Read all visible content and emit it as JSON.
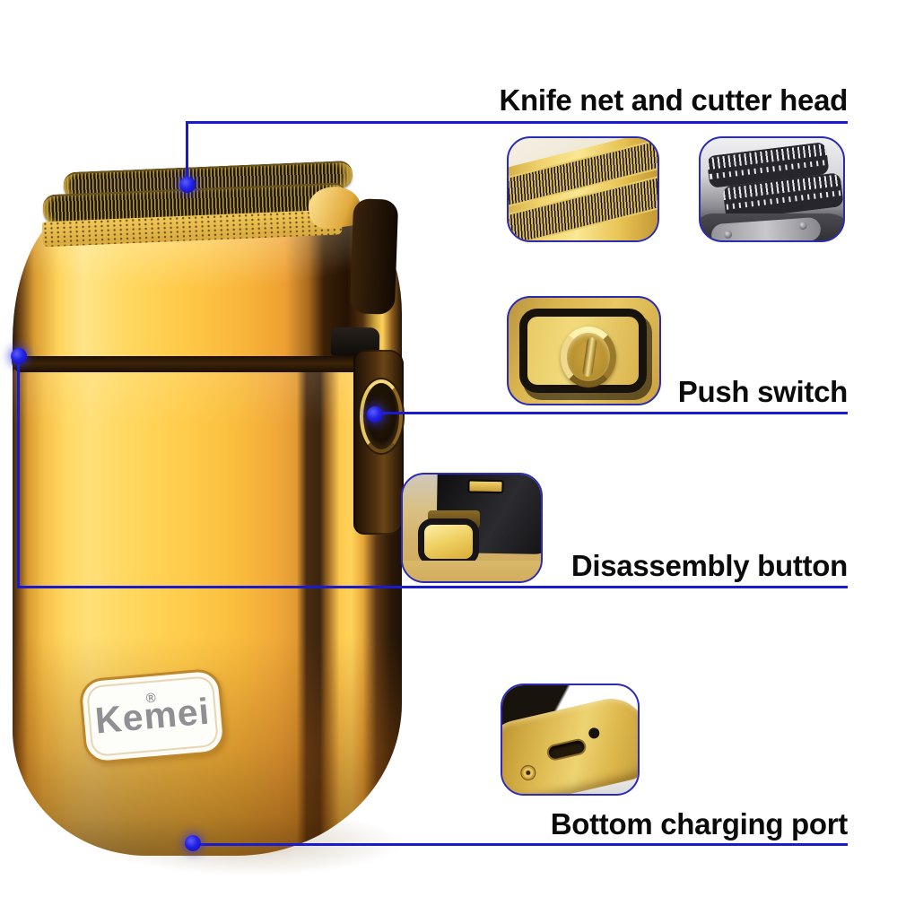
{
  "brand": {
    "name": "Kemei",
    "mark": "®"
  },
  "callouts": {
    "knife_net": {
      "label": "Knife net and cutter head"
    },
    "push_switch": {
      "label": "Push switch"
    },
    "disassembly": {
      "label": "Disassembly button"
    },
    "charging_port": {
      "label": "Bottom charging port"
    }
  },
  "colors": {
    "connector_blue": "#1a1ace",
    "dot_blue": "#2222e2",
    "label_text": "#0b0b0b",
    "body_gold": "#ffc846",
    "background": "#ffffff"
  }
}
